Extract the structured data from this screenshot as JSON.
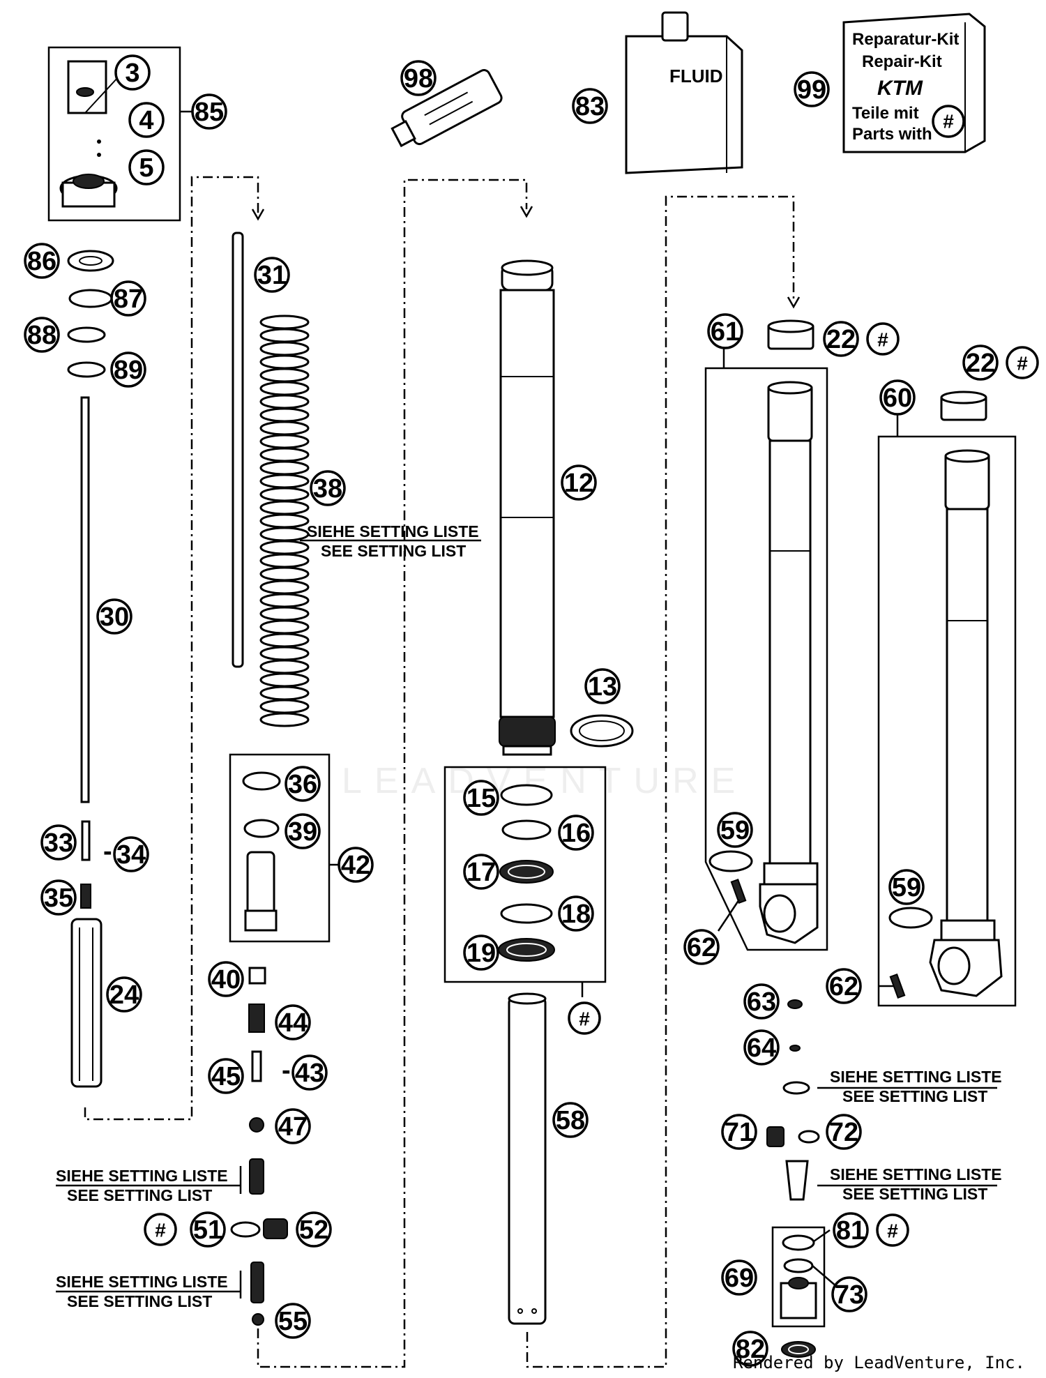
{
  "callouts": {
    "c3": "3",
    "c4": "4",
    "c5": "5",
    "c85": "85",
    "c86": "86",
    "c87": "87",
    "c88": "88",
    "c89": "89",
    "c30": "30",
    "c31": "31",
    "c38": "38",
    "c33": "33",
    "c34": "34",
    "c35": "35",
    "c24": "24",
    "c36": "36",
    "c39": "39",
    "c42": "42",
    "c40": "40",
    "c44": "44",
    "c45": "45",
    "c43": "43",
    "c47": "47",
    "c51": "51",
    "c52": "52",
    "c55": "55",
    "c98": "98",
    "c83": "83",
    "c99": "99",
    "c12": "12",
    "c13": "13",
    "c15": "15",
    "c16": "16",
    "c17": "17",
    "c18": "18",
    "c19": "19",
    "c58": "58",
    "c61": "61",
    "c60": "60",
    "c22a": "22",
    "c22b": "22",
    "c59a": "59",
    "c59b": "59",
    "c62a": "62",
    "c62b": "62",
    "c63": "63",
    "c64": "64",
    "c71": "71",
    "c72": "72",
    "c81": "81",
    "c69": "69",
    "c73": "73",
    "c82": "82",
    "hash1": "#",
    "hash2": "#",
    "hash3": "#",
    "hash4": "#",
    "hash5": "#",
    "hash6": "#"
  },
  "dash_prefix": "-",
  "setting_notes": {
    "line1": "SIEHE SETTING LISTE",
    "line2": "SEE SETTING LIST"
  },
  "fluid_label": "FLUID",
  "repair_kit": {
    "line1": "Reparatur-Kit",
    "line2": "Repair-Kit",
    "logo": "KTM",
    "line3": "Teile mit",
    "line4": "Parts with",
    "hash": "#"
  },
  "watermark": "LEADVENTURE",
  "footer": "Rendered by LeadVenture, Inc."
}
